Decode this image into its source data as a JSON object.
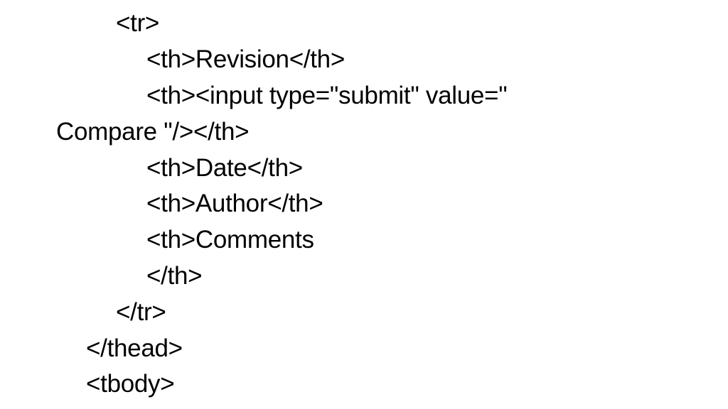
{
  "code_lines": [
    "<tr>",
    "<th>Revision</th>",
    "<th><input type=\"submit\" value=\"",
    "Compare \"/></th>",
    "<th>Date</th>",
    "<th>Author</th>",
    "<th>Comments",
    "</th>",
    "</tr>",
    "</thead>",
    "<tbody>"
  ]
}
